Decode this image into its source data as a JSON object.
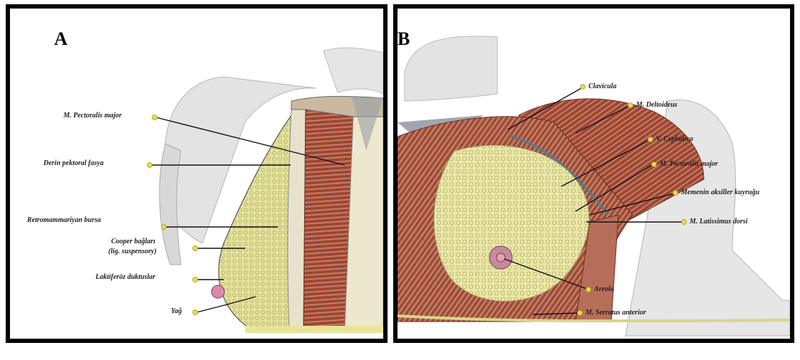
{
  "panel_a": {
    "letter": "A",
    "labels": [
      "M. Pectoralis major",
      "Derin pektoral fasya",
      "Retromammariyan bursa",
      "Cooper bağları",
      "(lig. suspensory)",
      "Laktiferöz duktuslar",
      "Yağ"
    ]
  },
  "panel_b": {
    "letter": "B",
    "labels": [
      "Clavicula",
      "M. Deltoideus",
      "V. Cephalica",
      "M. Pectoralis major",
      "Memenin aksiller kuyruğu",
      "M. Latissimus dorsi",
      "Areola",
      "M. Serratus anterior"
    ]
  },
  "colors": {
    "muscle": "#a9503a",
    "fat": "#e8e49a",
    "fascia": "#eae3c9",
    "skin": "#dcdcdc",
    "pin": "#e8d84a",
    "frame": "#000000"
  }
}
